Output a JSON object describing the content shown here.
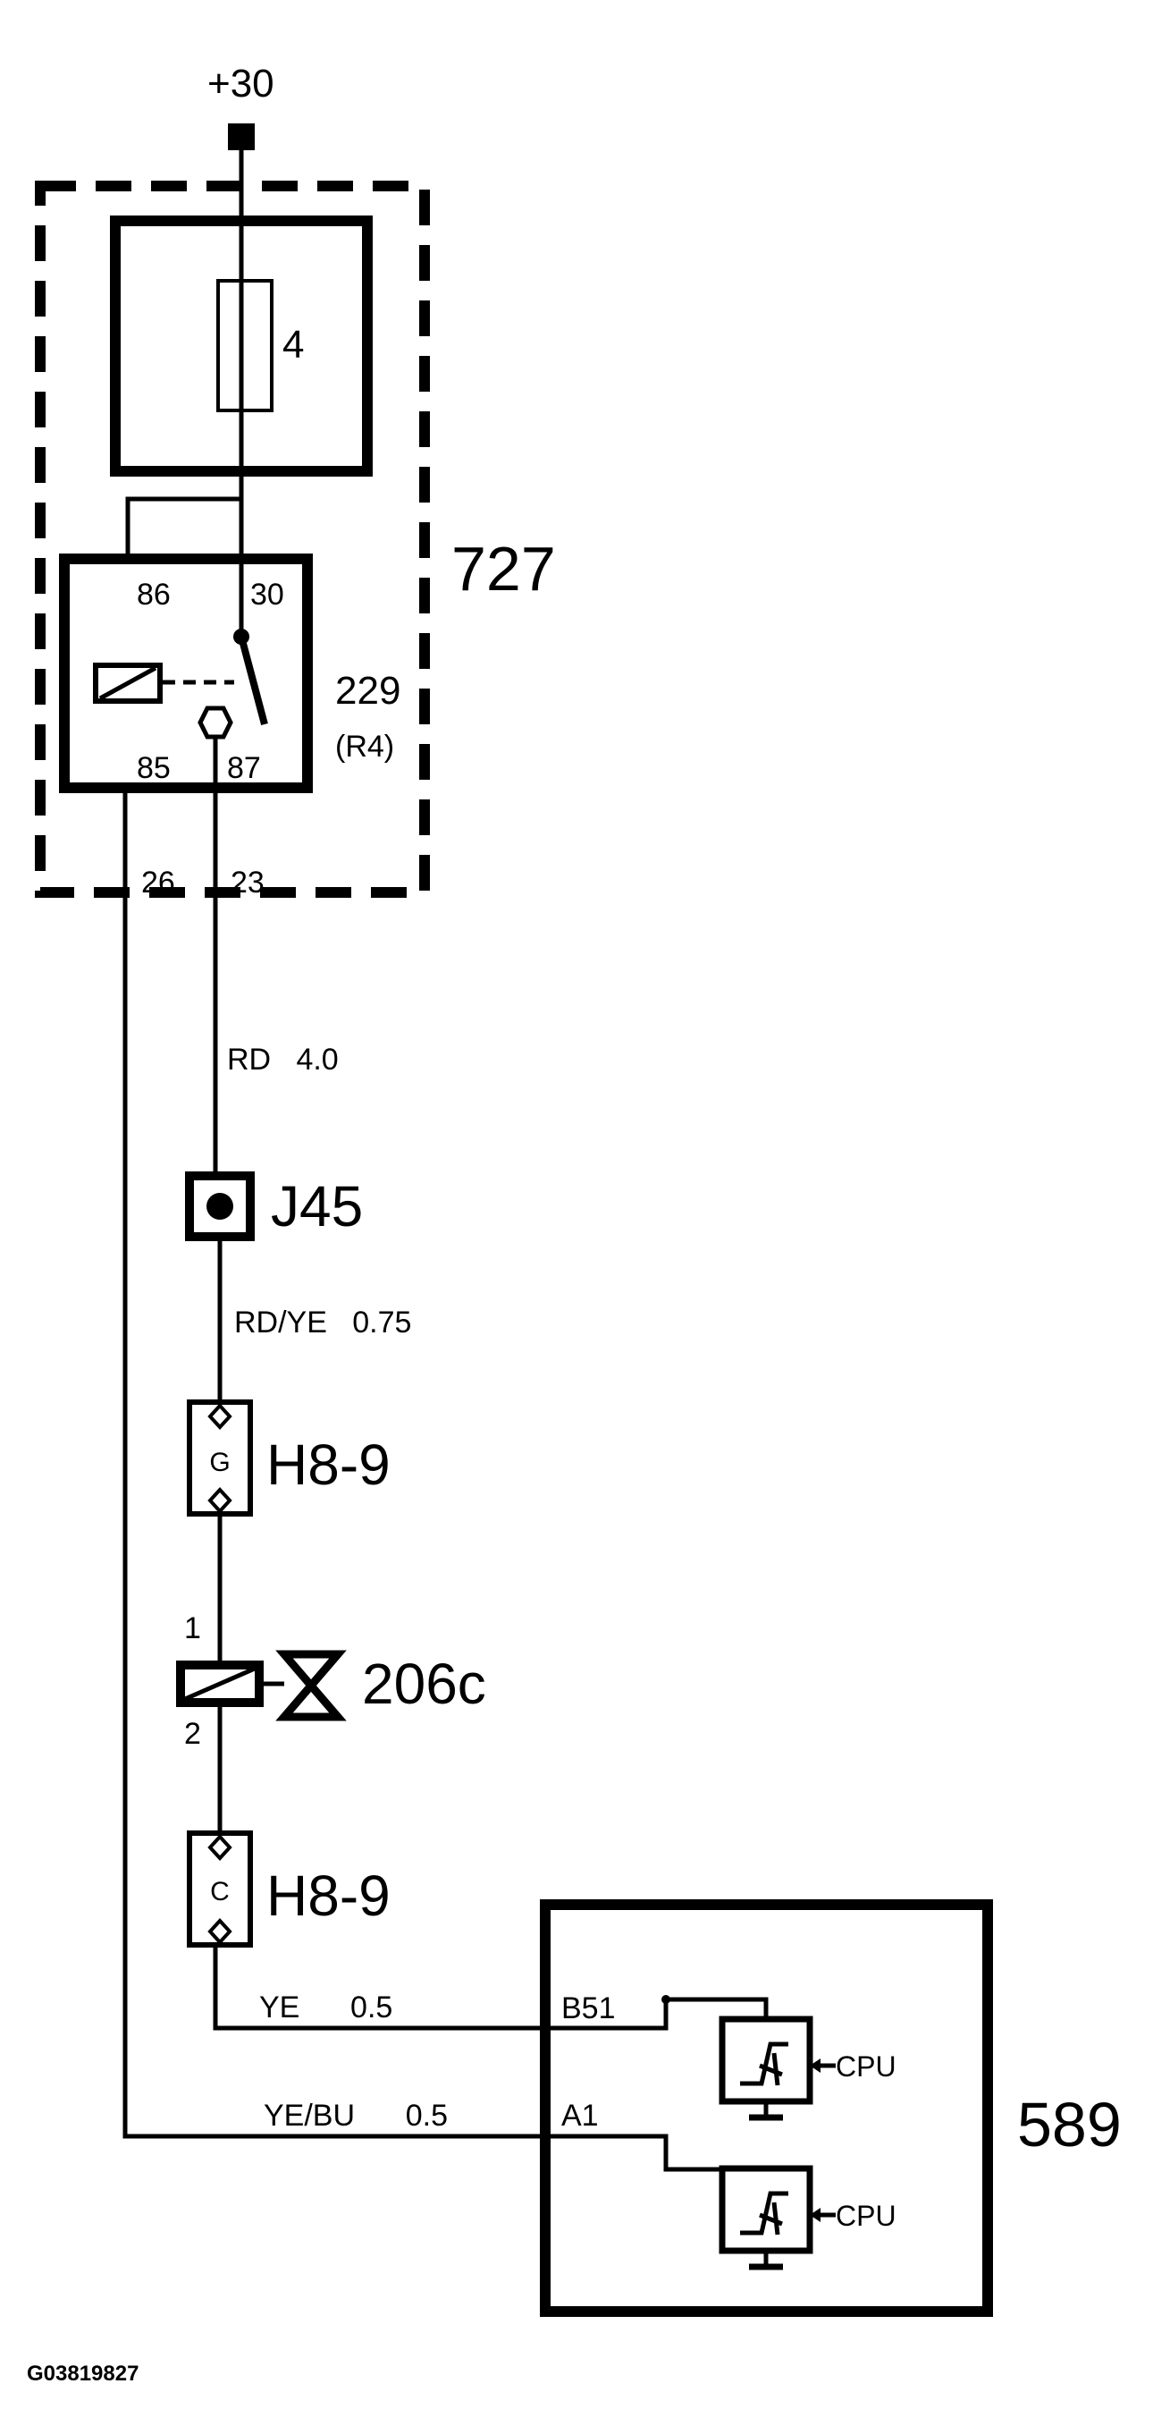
{
  "supply": {
    "label": "+30"
  },
  "module_727": {
    "label": "727"
  },
  "fuse": {
    "label": "4"
  },
  "relay": {
    "label": "229",
    "sublabel": "(R4)",
    "pin_86": "86",
    "pin_30": "30",
    "pin_85": "85",
    "pin_87": "87"
  },
  "terminals": {
    "t26": "26",
    "t23": "23"
  },
  "wires": {
    "w1": "RD   4.0",
    "w2": "RD/YE   0.75",
    "w3": "YE      0.5",
    "w4": "YE/BU      0.5"
  },
  "splice": {
    "label": "J45"
  },
  "connector_top": {
    "label": "H8-9",
    "pin": "G"
  },
  "valve": {
    "label": "206c",
    "pin_1": "1",
    "pin_2": "2"
  },
  "connector_bottom": {
    "label": "H8-9",
    "pin": "C"
  },
  "ecu": {
    "label": "589",
    "pin_b51": "B51",
    "pin_a1": "A1",
    "cpu_1": "CPU",
    "cpu_2": "CPU"
  },
  "footer": {
    "code": "G03819827"
  }
}
